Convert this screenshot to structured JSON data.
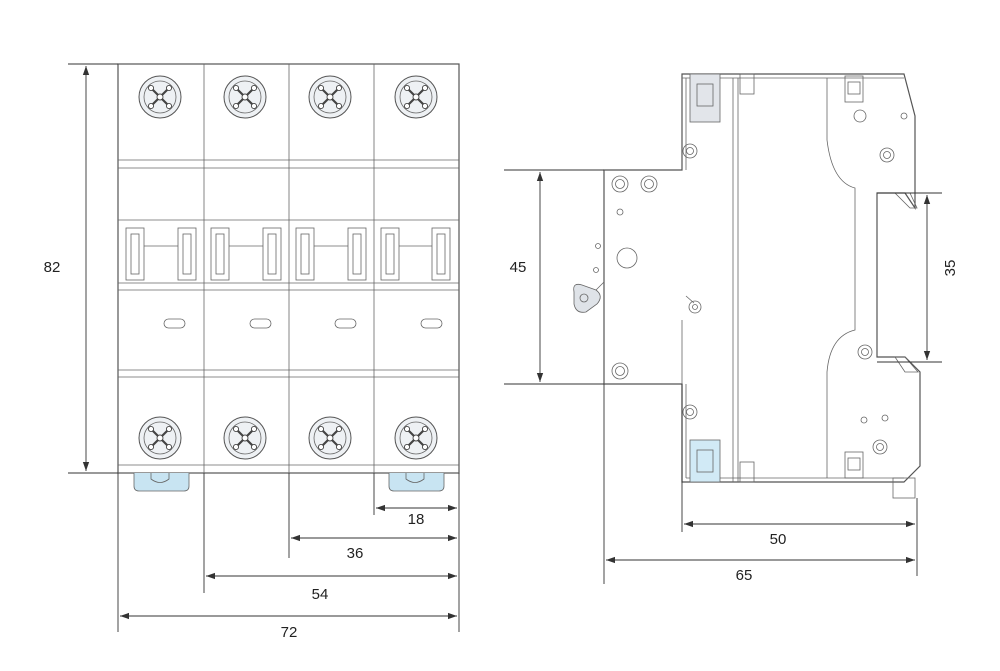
{
  "colors": {
    "body_top": "#dfe3e8",
    "body_bottom": "#c4e6f5",
    "outline": "#555555",
    "dimension": "#333333"
  },
  "front_view": {
    "poles": 4,
    "icons": {
      "terminal": "terminal-screw-icon",
      "indicator": "indicator-window-icon",
      "clip": "din-clip-icon"
    },
    "dimensions": {
      "height": "82",
      "width_total": "72",
      "width_three_poles": "54",
      "width_two_poles": "36",
      "width_one_pole": "18"
    }
  },
  "side_view": {
    "dimensions": {
      "front_height": "45",
      "rail_height": "35",
      "depth_rear": "50",
      "depth_total": "65"
    }
  }
}
